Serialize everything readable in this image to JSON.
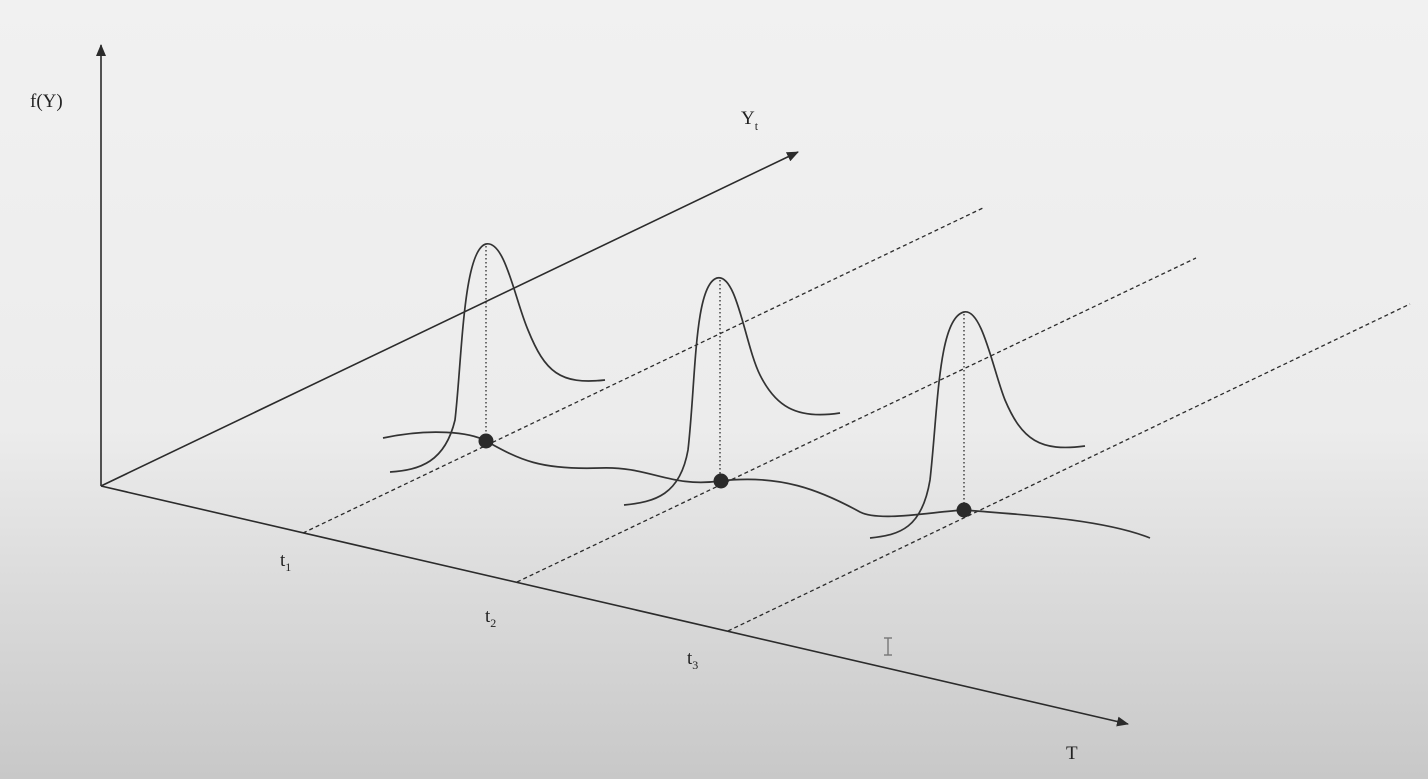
{
  "diagram": {
    "vertical_axis_label": "f(Y)",
    "depth_axis_label": {
      "base": "Y",
      "subscript": "t"
    },
    "time_axis_label": "T",
    "time_ticks": [
      {
        "base": "t",
        "subscript": "1"
      },
      {
        "base": "t",
        "subscript": "2"
      },
      {
        "base": "t",
        "subscript": "3"
      }
    ]
  }
}
